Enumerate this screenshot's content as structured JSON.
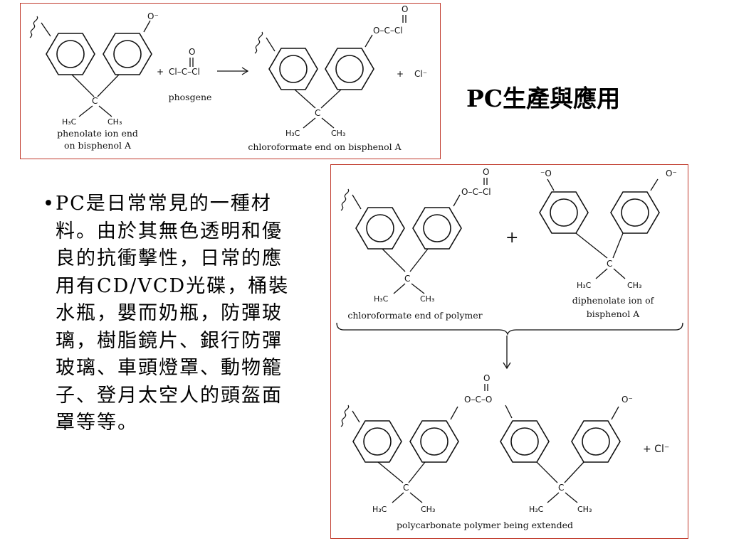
{
  "slide": {
    "title": "PC生產與應用",
    "bullet_char": "•",
    "bullet_text": "PC是日常常見的一種材料。由於其無色透明和優良的抗衝擊性，日常的應用有CD/VCD光碟，桶裝水瓶，嬰而奶瓶，防彈玻璃，樹脂鏡片、銀行防彈玻璃、車頭燈罩、動物籠子、登月太空人的頭盔面罩等等。"
  },
  "figure_top": {
    "o_minus": "O⁻",
    "carbonyl_o": "O",
    "phosgene_formula": "Cl–C–Cl",
    "plus": "+",
    "phosgene_label": "phosgene",
    "chloroformate_group": "O–C–Cl",
    "cl_minus": "Cl⁻",
    "center_c": "C",
    "methyl": "CH₃",
    "methyl_left": "H₃C",
    "phenolate_label_1": "phenolate ion end",
    "phenolate_label_2": "on bisphenol A",
    "chloroformate_label": "chloroformate end on bisphenol A"
  },
  "figure_bottom": {
    "chloroformate_group": "O–C–Cl",
    "carbonyl_o": "O",
    "plus": "+",
    "o_minus_left": "⁻O",
    "o_minus": "O⁻",
    "center_c": "C",
    "methyl": "CH₃",
    "methyl_left": "H₃C",
    "chloroformate_polymer_label": "chloroformate end of polymer",
    "diphenolate_label_1": "diphenolate ion of",
    "diphenolate_label_2": "bisphenol A",
    "carbonate_group": "O–C–O",
    "cl_minus_plus": "+  Cl⁻",
    "polymer_label": "polycarbonate polymer being extended"
  }
}
